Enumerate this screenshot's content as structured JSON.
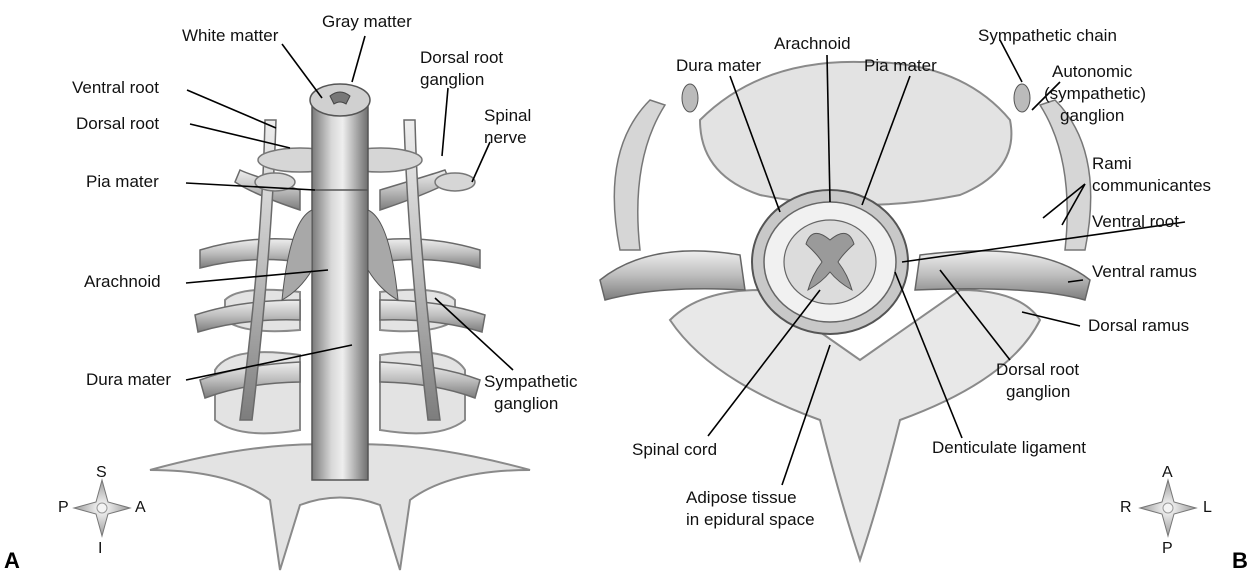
{
  "panel_a": {
    "letter": "A",
    "labels": {
      "gray_matter": "Gray matter",
      "white_matter": "White matter",
      "dorsal_root_ganglion_1": "Dorsal root",
      "dorsal_root_ganglion_2": "ganglion",
      "ventral_root": "Ventral root",
      "dorsal_root": "Dorsal root",
      "spinal_nerve_1": "Spinal",
      "spinal_nerve_2": "nerve",
      "pia_mater": "Pia mater",
      "arachnoid": "Arachnoid",
      "dura_mater": "Dura mater",
      "sympathetic_ganglion_1": "Sympathetic",
      "sympathetic_ganglion_2": "ganglion"
    },
    "compass": {
      "top": "S",
      "bottom": "I",
      "left": "P",
      "right": "A"
    }
  },
  "panel_b": {
    "letter": "B",
    "labels": {
      "arachnoid": "Arachnoid",
      "dura_mater": "Dura mater",
      "pia_mater": "Pia mater",
      "sympathetic_chain": "Sympathetic chain",
      "autonomic_1": "Autonomic",
      "autonomic_2": "(sympathetic)",
      "autonomic_3": "ganglion",
      "rami_1": "Rami",
      "rami_2": "communicantes",
      "ventral_root": "Ventral root",
      "ventral_ramus": "Ventral ramus",
      "dorsal_ramus": "Dorsal ramus",
      "dorsal_root_ganglion_1": "Dorsal root",
      "dorsal_root_ganglion_2": "ganglion",
      "denticulate_ligament": "Denticulate ligament",
      "spinal_cord": "Spinal cord",
      "adipose_1": "Adipose tissue",
      "adipose_2": "in epidural space"
    },
    "compass": {
      "top": "A",
      "bottom": "P",
      "left": "R",
      "right": "L"
    }
  },
  "colors": {
    "bone": "#e6e6e6",
    "tissue": "#cfcfcf",
    "dark": "#8a8a8a",
    "line": "#000000"
  }
}
